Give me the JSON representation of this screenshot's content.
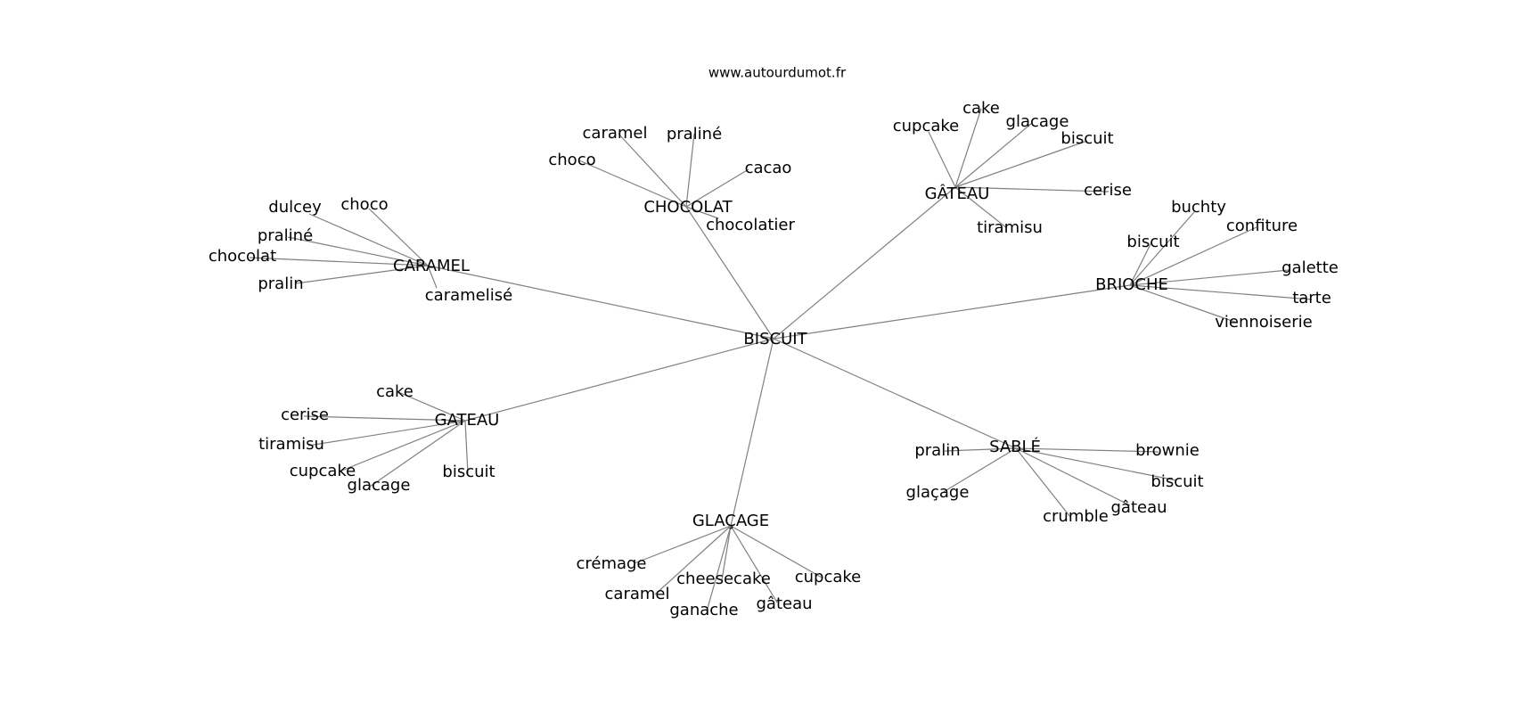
{
  "source": "www.autourdumot.fr",
  "graph": {
    "center": "BISCUIT",
    "clusters": [
      {
        "hub": "CHOCOLAT",
        "words": [
          "caramel",
          "praliné",
          "choco",
          "cacao",
          "chocolatier"
        ]
      },
      {
        "hub": "GÂTEAU",
        "words": [
          "cupcake",
          "cake",
          "glacage",
          "biscuit",
          "cerise",
          "tiramisu"
        ]
      },
      {
        "hub": "CARAMEL",
        "words": [
          "dulcey",
          "choco",
          "praliné",
          "chocolat",
          "pralin",
          "caramelisé"
        ]
      },
      {
        "hub": "BRIOCHE",
        "words": [
          "buchty",
          "biscuit",
          "confiture",
          "galette",
          "tarte",
          "viennoiserie"
        ]
      },
      {
        "hub": "GATEAU",
        "words": [
          "cake",
          "cerise",
          "tiramisu",
          "cupcake",
          "glacage",
          "biscuit"
        ]
      },
      {
        "hub": "SABLÉ",
        "words": [
          "pralin",
          "brownie",
          "biscuit",
          "glaçage",
          "gâteau",
          "crumble"
        ]
      },
      {
        "hub": "GLAÇAGE",
        "words": [
          "crémage",
          "cheesecake",
          "cupcake",
          "caramel",
          "ganache",
          "gâteau"
        ]
      }
    ]
  }
}
